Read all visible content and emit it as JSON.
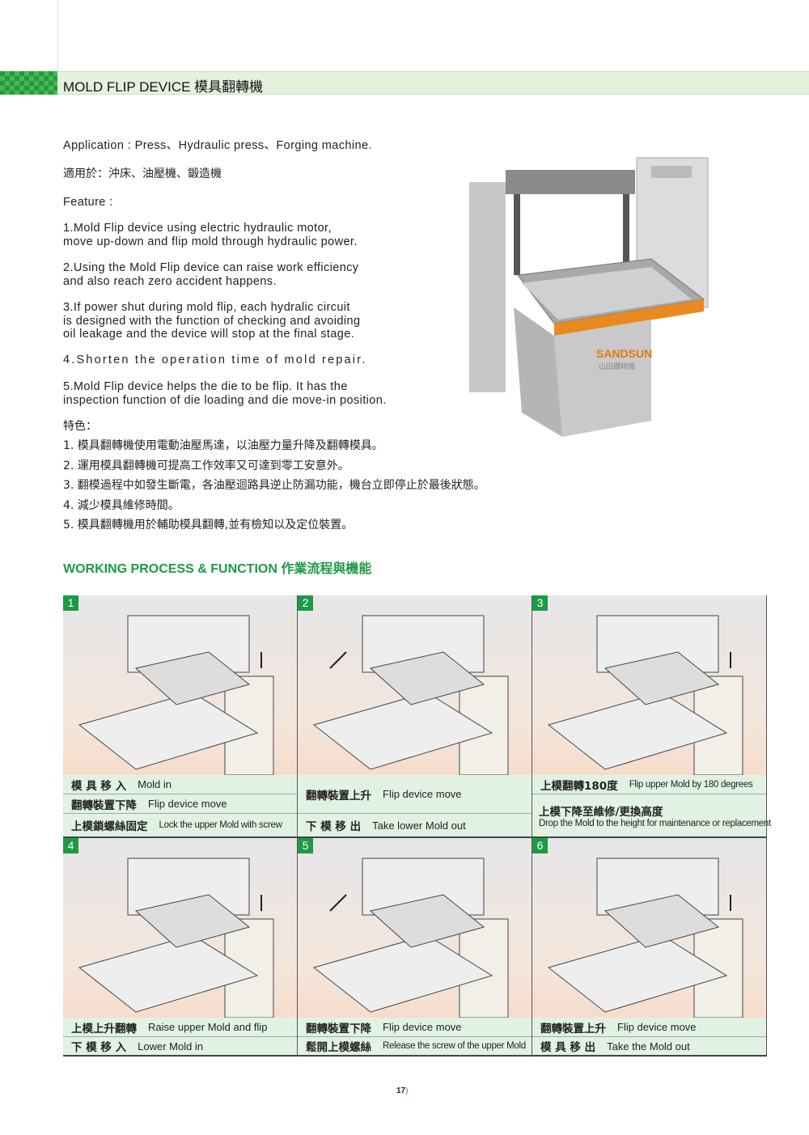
{
  "header": {
    "title": "MOLD FLIP DEVICE 模具翻轉機"
  },
  "intro": {
    "application": "Application : Press、Hydraulic press、Forging machine.",
    "application_zh": "適用於：沖床、油壓機、鍛造機",
    "feature_label": "Feature :",
    "features": [
      [
        "1.Mold Flip device using electric hydraulic motor,",
        "move up-down and flip mold through hydraulic power."
      ],
      [
        "2.Using the Mold Flip device can raise work efficiency",
        "and also reach zero accident happens."
      ],
      [
        "3.If power shut during mold flip, each hydralic circuit",
        "is designed with the function of checking and avoiding",
        "oil leakage and the device will stop at the final stage."
      ],
      [
        "4.Shorten the operation time of mold repair."
      ],
      [
        "5.Mold Flip device helps the die to be flip. It has the",
        "inspection function of die loading and die move-in position."
      ]
    ],
    "feature_label_zh": "特色：",
    "features_zh": [
      "1. 模具翻轉機使用電動油壓馬達，以油壓力量升降及翻轉模具。",
      "2. 運用模具翻轉機可提高工作效率又可達到零工安意外。",
      "3. 翻模過程中如發生斷電，各油壓迴路具逆止防漏功能，機台立即停止於最後狀態。",
      "4. 減少模具維修時間。",
      "5. 模具翻轉機用於輔助模具翻轉,並有檢知以及定位裝置。"
    ]
  },
  "photo": {
    "brand": "SANDSUN",
    "brand_zh": "山田鑽精機"
  },
  "process": {
    "title": "WORKING PROCESS & FUNCTION 作業流程與機能",
    "steps": [
      {
        "num": "1",
        "rows": [
          {
            "zh": "模 具 移 入",
            "en": "Mold in"
          },
          {
            "zh": "翻轉裝置下降",
            "en": "Flip device move"
          },
          {
            "zh": "上模鎖螺絲固定",
            "en": "Lock the upper Mold with screw"
          }
        ]
      },
      {
        "num": "2",
        "rows": [
          {
            "zh": "翻轉裝置上升",
            "en": "Flip device move"
          },
          {
            "zh": "下 模 移 出",
            "en": "Take lower Mold out"
          }
        ]
      },
      {
        "num": "3",
        "rows": [
          {
            "zh": "上模翻轉180度",
            "en": "Flip upper Mold by 180 degrees"
          },
          {
            "zh": "上模下降至維修/更換高度",
            "en": "Drop the Mold to the height for maintenance or replacement"
          }
        ]
      },
      {
        "num": "4",
        "rows": [
          {
            "zh": "上模上升翻轉",
            "en": "Raise upper Mold and flip"
          },
          {
            "zh": "下 模 移 入",
            "en": "Lower Mold in"
          }
        ]
      },
      {
        "num": "5",
        "rows": [
          {
            "zh": "翻轉裝置下降",
            "en": "Flip device move"
          },
          {
            "zh": "鬆開上模螺絲",
            "en": "Release the screw of the upper Mold"
          }
        ]
      },
      {
        "num": "6",
        "rows": [
          {
            "zh": "翻轉裝置上升",
            "en": "Flip device move"
          },
          {
            "zh": "模 具 移 出",
            "en": "Take the Mold out"
          }
        ]
      }
    ]
  },
  "page_number": "17"
}
